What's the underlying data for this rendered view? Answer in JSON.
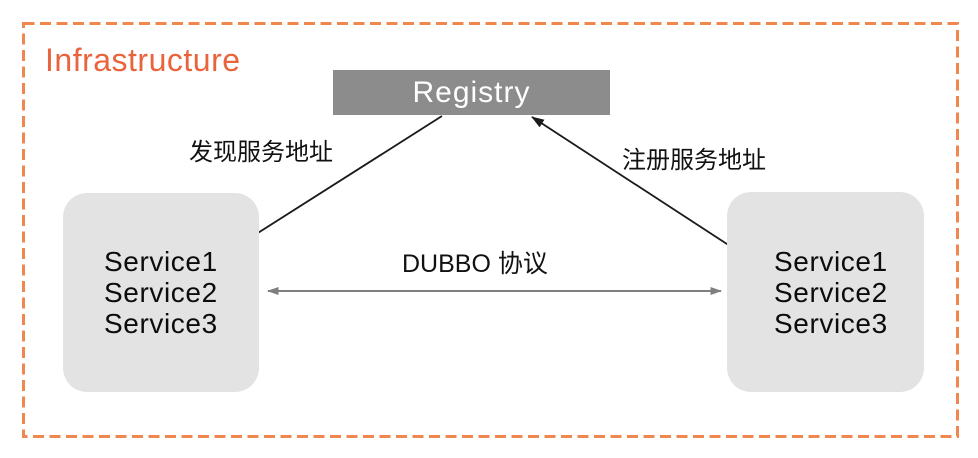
{
  "title": "Infrastructure",
  "registry": {
    "label": "Registry"
  },
  "provider_box": {
    "services": [
      "Service1",
      "Service2",
      "Service3"
    ]
  },
  "consumer_box": {
    "services": [
      "Service1",
      "Service2",
      "Service3"
    ]
  },
  "edges": {
    "discover_label": "发现服务地址",
    "register_label": "注册服务地址",
    "protocol_label": "DUBBO 协议"
  },
  "colors": {
    "accent_orange_text": "#E9643C",
    "accent_orange_border": "#F0874F",
    "registry_fill": "#8C8C8C",
    "registry_text": "#FFFFFF",
    "service_box_fill": "#E3E3E3",
    "line_black": "#1A1A1A",
    "line_gray": "#7F7F7F",
    "background": "#FFFFFF"
  }
}
